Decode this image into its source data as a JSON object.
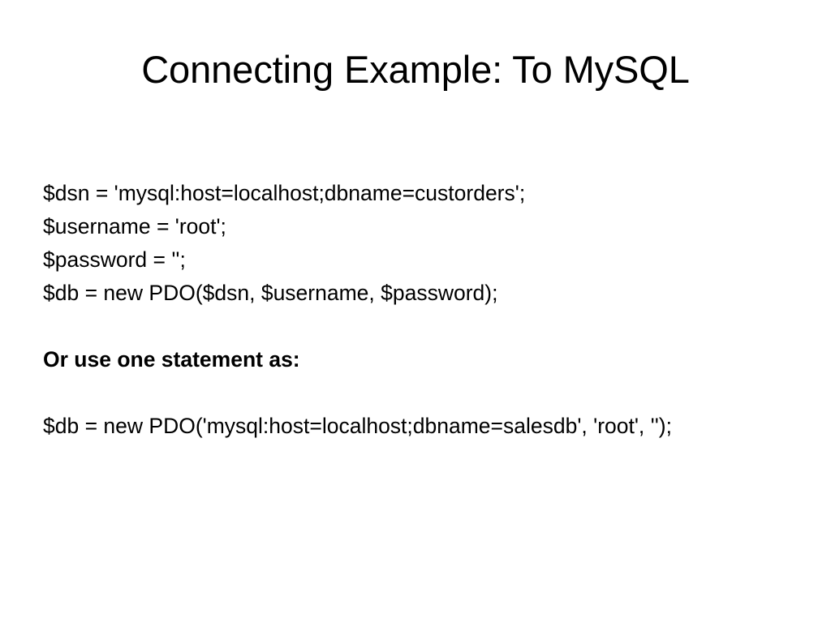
{
  "slide": {
    "title": "Connecting Example: To MySQL",
    "background_color": "#ffffff",
    "text_color": "#000000",
    "body_lines": [
      {
        "text": "$dsn = 'mysql:host=localhost;dbname=custorders';",
        "bold": false
      },
      {
        "text": "$username = 'root';",
        "bold": false
      },
      {
        "text": "$password = '';",
        "bold": false
      },
      {
        "text": "$db = new PDO($dsn, $username, $password);",
        "bold": false
      },
      {
        "text": "",
        "bold": false
      },
      {
        "text": "Or use one statement as:",
        "bold": true
      },
      {
        "text": "",
        "bold": false
      },
      {
        "text": "$db = new PDO('mysql:host=localhost;dbname=salesdb', 'root', '');",
        "bold": false
      }
    ]
  }
}
